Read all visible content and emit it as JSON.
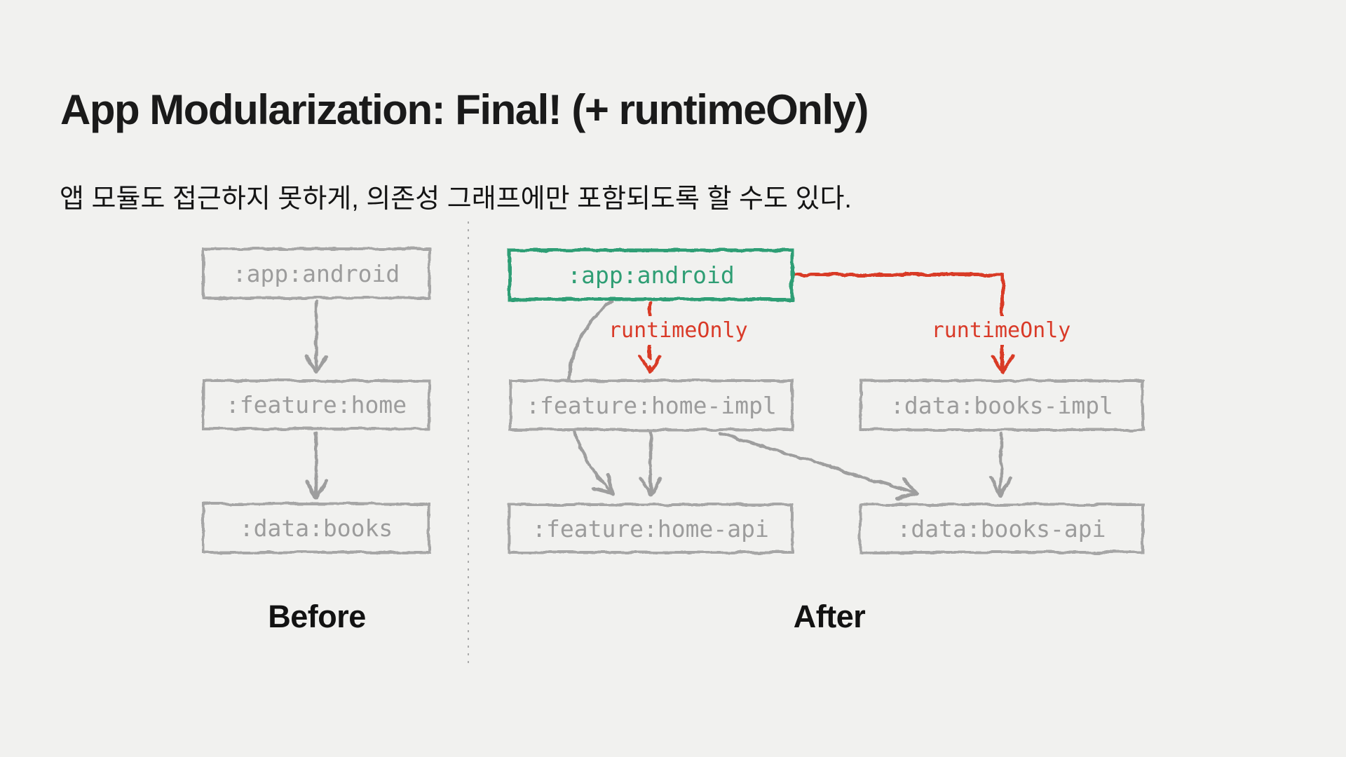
{
  "slide": {
    "title": "App Modularization: Final! (+ runtimeOnly)",
    "subtitle": "앱 모듈도 접근하지 못하게, 의존성 그래프에만 포함되도록 할 수도 있다."
  },
  "before": {
    "label": "Before",
    "nodes": {
      "app": ":app:android",
      "feature": ":feature:home",
      "data": ":data:books"
    }
  },
  "after": {
    "label": "After",
    "nodes": {
      "app": ":app:android",
      "feature_impl": ":feature:home-impl",
      "data_impl": ":data:books-impl",
      "feature_api": ":feature:home-api",
      "data_api": ":data:books-api"
    },
    "edge_labels": {
      "runtime_only_left": "runtimeOnly",
      "runtime_only_right": "runtimeOnly"
    }
  },
  "colors": {
    "background": "#f1f1ef",
    "title_text": "#1a1a1a",
    "accent_green": "#2f9e74",
    "accent_red": "#d93a28",
    "muted_gray": "#9e9e9e"
  }
}
